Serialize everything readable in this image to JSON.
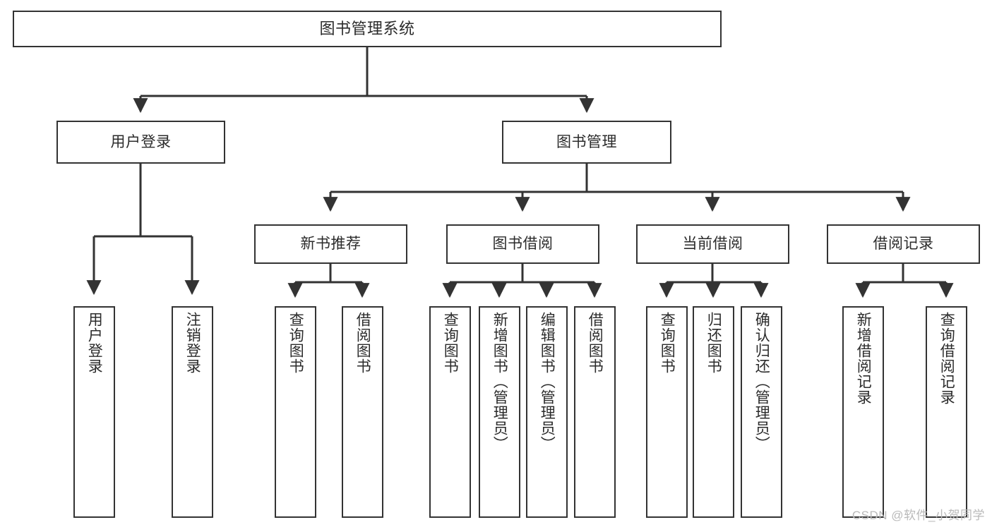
{
  "diagram": {
    "title": "图书管理系统",
    "type": "tree-hierarchy-diagram",
    "background_color": "#ffffff",
    "line_color": "#333333",
    "box_fill": "#ffffff",
    "text_color": "#2b2b2b",
    "root": {
      "label": "图书管理系统",
      "orientation": "horizontal"
    },
    "level2": [
      {
        "label": "用户登录",
        "orientation": "horizontal"
      },
      {
        "label": "图书管理",
        "orientation": "horizontal"
      }
    ],
    "level3": [
      {
        "label": "新书推荐",
        "orientation": "horizontal"
      },
      {
        "label": "图书借阅",
        "orientation": "horizontal"
      },
      {
        "label": "当前借阅",
        "orientation": "horizontal"
      },
      {
        "label": "借阅记录",
        "orientation": "horizontal"
      }
    ],
    "leaves": {
      "user_login": [
        {
          "label": "用户登录",
          "orientation": "vertical"
        },
        {
          "label": "注销登录",
          "orientation": "vertical"
        }
      ],
      "new_book_recommend": [
        {
          "label": "查询图书",
          "orientation": "vertical"
        },
        {
          "label": "借阅图书",
          "orientation": "vertical"
        }
      ],
      "book_borrow": [
        {
          "label": "查询图书",
          "orientation": "vertical"
        },
        {
          "label": "新增图书（管理员）",
          "orientation": "vertical"
        },
        {
          "label": "编辑图书（管理员）",
          "orientation": "vertical"
        },
        {
          "label": "借阅图书",
          "orientation": "vertical"
        }
      ],
      "current_borrow": [
        {
          "label": "查询图书",
          "orientation": "vertical"
        },
        {
          "label": "归还图书",
          "orientation": "vertical"
        },
        {
          "label": "确认归还（管理员）",
          "orientation": "vertical"
        }
      ],
      "borrow_records": [
        {
          "label": "新增借阅记录",
          "orientation": "vertical"
        },
        {
          "label": "查询借阅记录",
          "orientation": "vertical"
        }
      ]
    }
  },
  "watermark": {
    "text": "CSDN @软件_小贺同学"
  }
}
